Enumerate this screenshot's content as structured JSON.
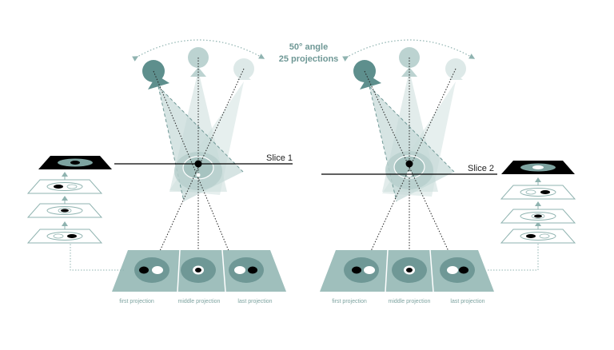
{
  "title": {
    "line1": "50° angle",
    "line2": "25 projections"
  },
  "left_panel": {
    "slice_label": "Slice 1",
    "projection_labels": [
      "first projection",
      "middle projection",
      "last projection"
    ]
  },
  "right_panel": {
    "slice_label": "Slice 2",
    "projection_labels": [
      "first projection",
      "middle projection",
      "last projection"
    ]
  },
  "colors": {
    "teal_dark": "#5e8f8d",
    "teal_mid": "#8fb3b0",
    "teal_light": "#bcd3d1",
    "teal_pale": "#dde9e8",
    "black": "#000000",
    "white": "#ffffff"
  }
}
